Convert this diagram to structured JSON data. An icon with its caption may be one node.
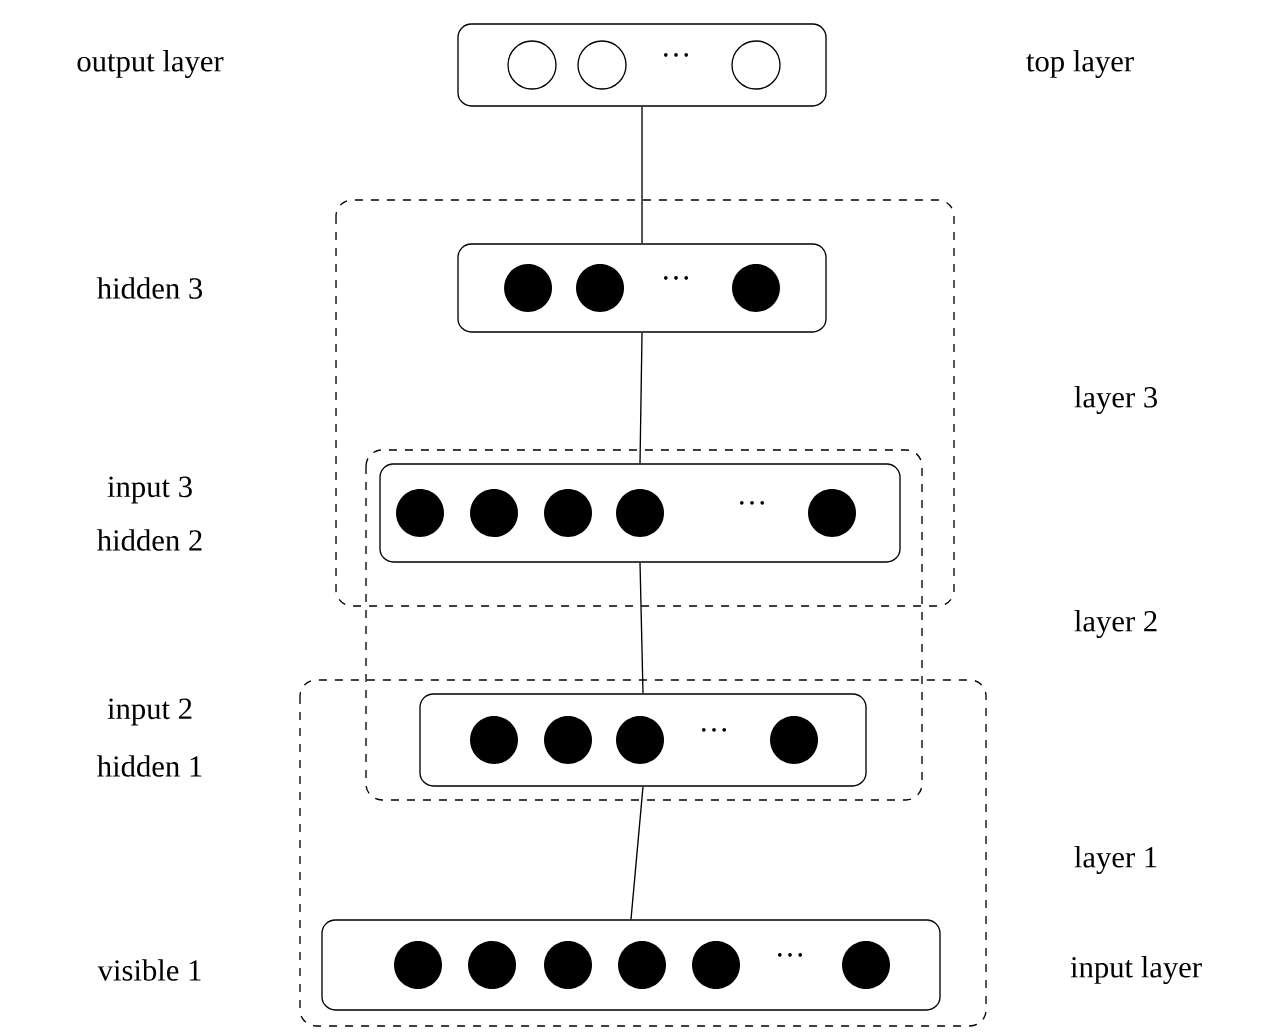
{
  "diagram": {
    "nodes": [
      {
        "text": [
          "···"
        ]
      },
      {
        "text": [
          "···"
        ]
      },
      {
        "text": [
          "···"
        ]
      },
      {
        "text": [
          "···"
        ]
      },
      {
        "text": [
          "···"
        ]
      }
    ],
    "edges": [
      {
        "from": 0,
        "to": 1,
        "arrow": "none"
      },
      {
        "from": 1,
        "to": 2,
        "arrow": "none"
      },
      {
        "from": 2,
        "to": 3,
        "arrow": "none"
      },
      {
        "from": 3,
        "to": 4,
        "arrow": "none"
      }
    ],
    "labels": [
      "output layer",
      "top layer",
      "hidden 3",
      "layer 3",
      "input 3",
      "hidden 2",
      "layer 2",
      "input 2",
      "hidden 1",
      "layer 1",
      "visible 1",
      "input layer"
    ]
  }
}
